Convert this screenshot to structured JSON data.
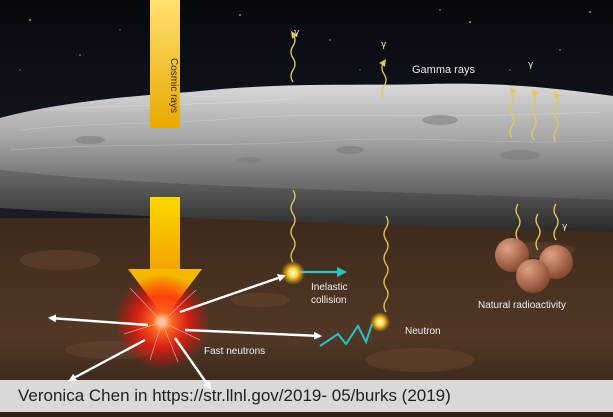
{
  "labels": {
    "cosmic_rays": "Cosmic rays",
    "gamma_rays": "Gamma rays",
    "inelastic_collision_line1": "Inelastic",
    "inelastic_collision_line2": "collision",
    "neutron": "Neutron",
    "fast_neutrons": "Fast neutrons",
    "natural_radioactivity": "Natural radioactivity",
    "gamma_symbol": "γ"
  },
  "credit": "Veronica Chen in https://str.llnl.gov/2019- 05/burks (2019)",
  "colors": {
    "space": "#0b0f1a",
    "surface": "#bdbdbd",
    "soil": "#4a3222",
    "cosmic_beam": "#f2c200",
    "impact_glow": "#ff2a10",
    "neutron_path": "#28c4c4",
    "gamma_wave": "#e8c75a",
    "radioactive_nuclei": "#b86a4c"
  }
}
